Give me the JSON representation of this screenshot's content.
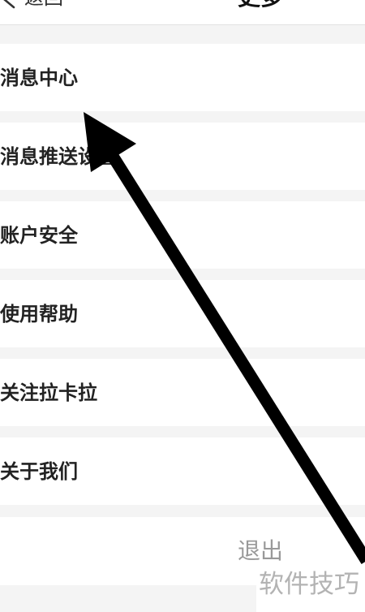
{
  "nav": {
    "back_icon": "chevron-left-icon",
    "back_label": "返回",
    "title": "更多"
  },
  "menu": {
    "items": [
      {
        "label": "消息中心"
      },
      {
        "label": "消息推送设置"
      },
      {
        "label": "账户安全"
      },
      {
        "label": "使用帮助"
      },
      {
        "label": "关注拉卡拉"
      },
      {
        "label": "关于我们"
      }
    ]
  },
  "logout": {
    "label": "退出"
  },
  "watermark": {
    "text": "软件技巧"
  },
  "colors": {
    "page_bg": "#f4f4f4",
    "row_bg": "#ffffff",
    "row_text": "#222222",
    "nav_text": "#333333",
    "title_text": "#111111",
    "logout_text": "#999999",
    "arrow": "#000000",
    "watermark_text": "#b3b3b3"
  }
}
